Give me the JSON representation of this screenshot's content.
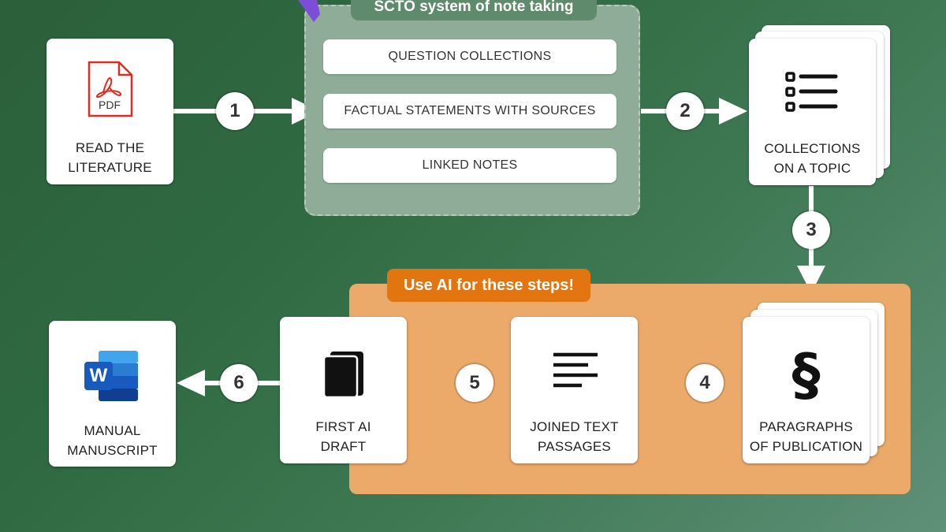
{
  "zettel": {
    "title": "SCTO system of note taking",
    "items": [
      "QUESTION COLLECTIONS",
      "FACTUAL STATEMENTS WITH SOURCES",
      "LINKED NOTES"
    ]
  },
  "ai_section": {
    "title": "Use AI for these steps!"
  },
  "cards": {
    "read": {
      "label": "READ THE\nLITERATURE",
      "icon_text": "PDF"
    },
    "collections": {
      "label": "COLLECTIONS\nON A TOPIC"
    },
    "paragraphs": {
      "label": "PARAGRAPHS\nOF PUBLICATION",
      "icon_text": "§"
    },
    "joined": {
      "label": "JOINED TEXT\nPASSAGES"
    },
    "draft": {
      "label": "FIRST AI\nDRAFT"
    },
    "manual": {
      "label": "MANUAL\nMANUSCRIPT",
      "icon_text": "W"
    }
  },
  "steps": [
    "1",
    "2",
    "3",
    "4",
    "5",
    "6"
  ],
  "colors": {
    "background": "#2f6a42",
    "zettel_box": "#8fac98",
    "ai_box": "#eba96a",
    "ai_title": "#e2750f",
    "pdf_red": "#e02b20",
    "word_blue": "#185abd"
  }
}
